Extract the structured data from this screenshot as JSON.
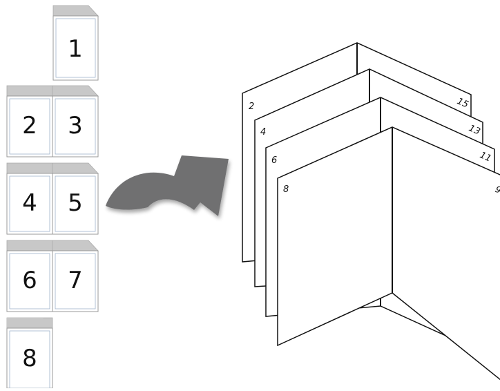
{
  "left_pages": {
    "single_top": "1",
    "spreads": [
      {
        "left": "2",
        "right": "3"
      },
      {
        "left": "4",
        "right": "5"
      },
      {
        "left": "6",
        "right": "7"
      }
    ],
    "single_bottom": "8"
  },
  "folded_sheets": [
    {
      "left": "2",
      "right": "15"
    },
    {
      "left": "4",
      "right": "13"
    },
    {
      "left": "6",
      "right": "11"
    },
    {
      "left": "8",
      "right": "9"
    }
  ],
  "colors": {
    "page_tab": "#c8c8c8",
    "page_margin": "#9db2cc",
    "arrow": "#6f6f71",
    "outline": "#111111"
  },
  "icons": {
    "arrow": "curved-arrow-icon"
  }
}
